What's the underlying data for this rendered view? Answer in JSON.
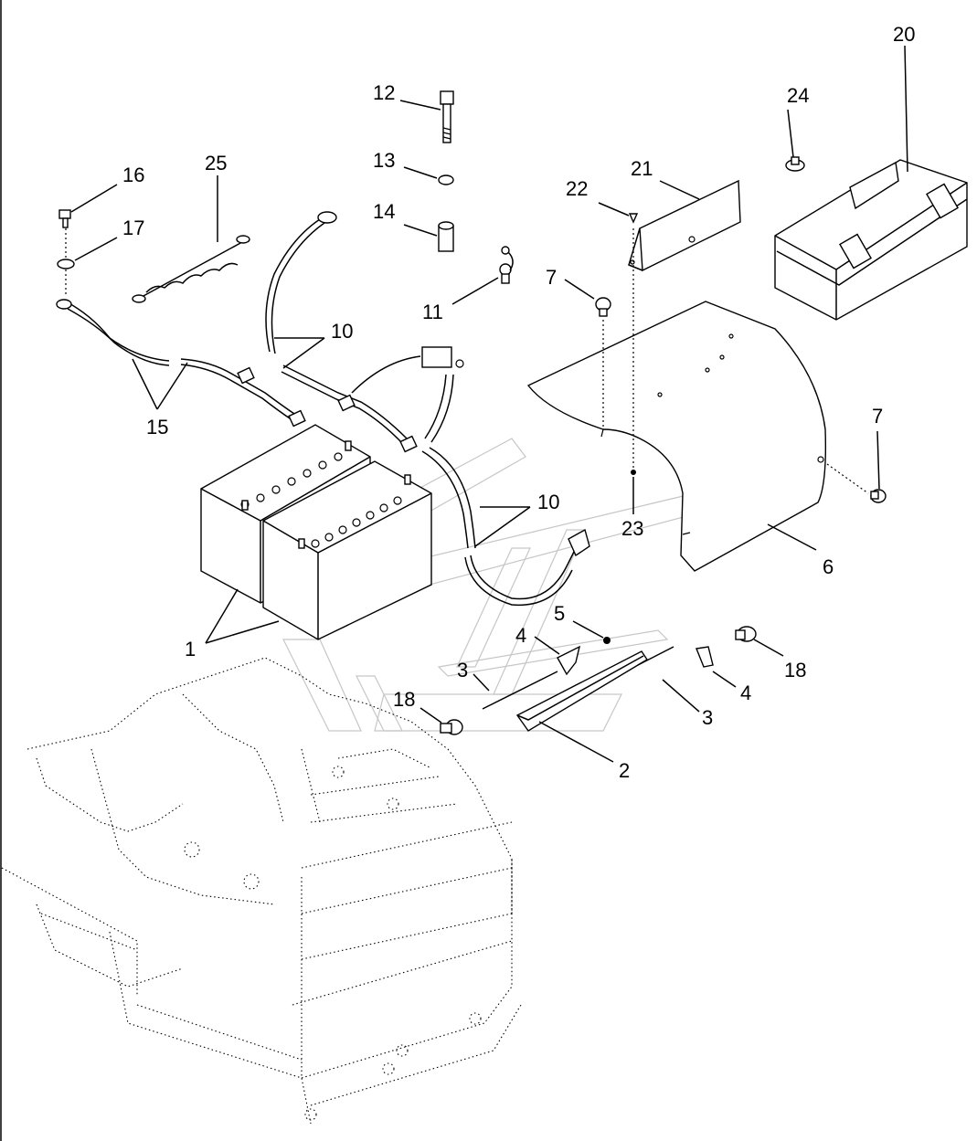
{
  "diagram": {
    "callouts": [
      {
        "id": "c1",
        "label": "1"
      },
      {
        "id": "c2",
        "label": "2"
      },
      {
        "id": "c3a",
        "label": "3"
      },
      {
        "id": "c3b",
        "label": "3"
      },
      {
        "id": "c4a",
        "label": "4"
      },
      {
        "id": "c4b",
        "label": "4"
      },
      {
        "id": "c5",
        "label": "5"
      },
      {
        "id": "c6",
        "label": "6"
      },
      {
        "id": "c7a",
        "label": "7"
      },
      {
        "id": "c7b",
        "label": "7"
      },
      {
        "id": "c10a",
        "label": "10"
      },
      {
        "id": "c10b",
        "label": "10"
      },
      {
        "id": "c11",
        "label": "11"
      },
      {
        "id": "c12",
        "label": "12"
      },
      {
        "id": "c13",
        "label": "13"
      },
      {
        "id": "c14",
        "label": "14"
      },
      {
        "id": "c15",
        "label": "15"
      },
      {
        "id": "c16",
        "label": "16"
      },
      {
        "id": "c17",
        "label": "17"
      },
      {
        "id": "c18a",
        "label": "18"
      },
      {
        "id": "c18b",
        "label": "18"
      },
      {
        "id": "c20",
        "label": "20"
      },
      {
        "id": "c21",
        "label": "21"
      },
      {
        "id": "c22",
        "label": "22"
      },
      {
        "id": "c23",
        "label": "23"
      },
      {
        "id": "c24",
        "label": "24"
      },
      {
        "id": "c25",
        "label": "25"
      }
    ]
  }
}
